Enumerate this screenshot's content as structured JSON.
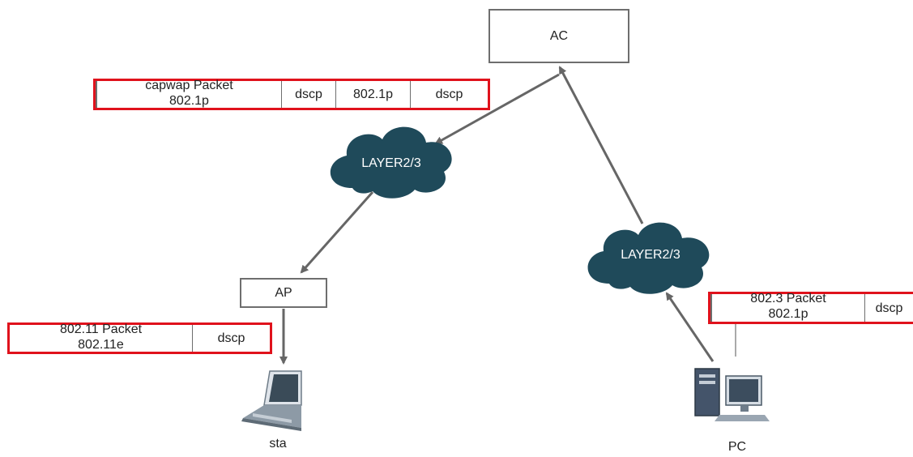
{
  "nodes": {
    "ac": "AC",
    "ap": "AP",
    "cloud_left": "LAYER2/3",
    "cloud_right": "LAYER2/3",
    "sta": "sta",
    "pc": "PC"
  },
  "packets": {
    "capwap": {
      "header_line1": "capwap Packet",
      "header_line2": "802.1p",
      "fields": [
        "dscp",
        "802.1p",
        "dscp"
      ]
    },
    "wifi": {
      "header_line1": "802.11 Packet",
      "header_line2": "802.11e",
      "fields": [
        "dscp"
      ]
    },
    "ethernet": {
      "header_line1": "802.3 Packet",
      "header_line2": "802.1p",
      "fields": [
        "dscp"
      ]
    }
  },
  "colors": {
    "packet_border": "#e0121c",
    "cloud_fill": "#1f4a5a",
    "arrow": "#666666"
  }
}
